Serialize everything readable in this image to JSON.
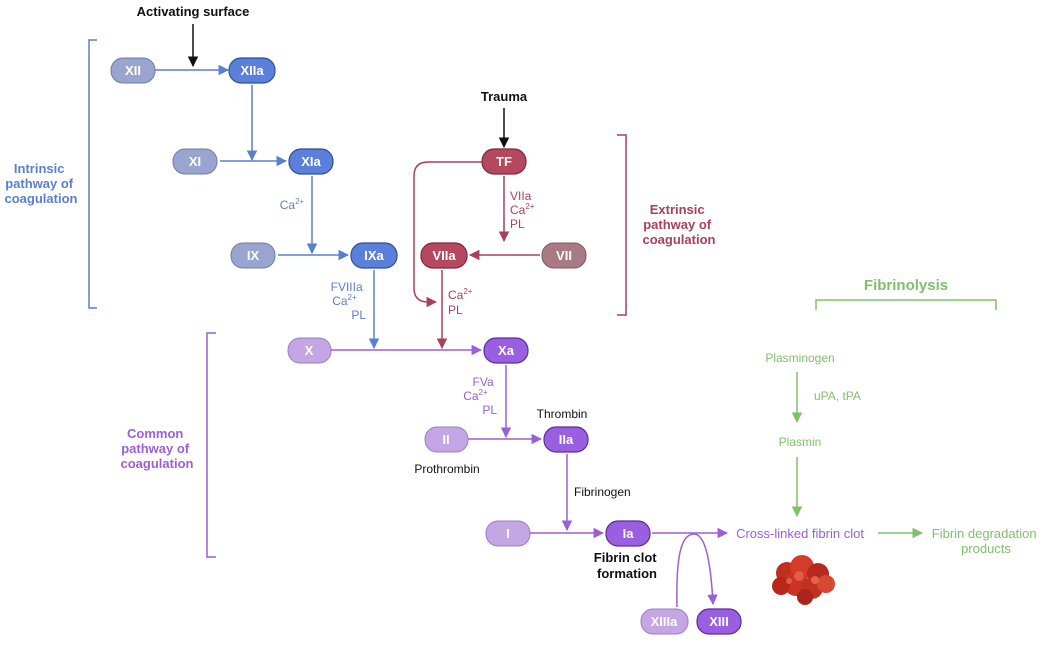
{
  "colors": {
    "intrinsic": "#5a7fd0",
    "extrinsic": "#a8405e",
    "common": "#9b5fd6",
    "fibrinolysis": "#7fc06a",
    "trigger": "#111111"
  },
  "nodes": {
    "XII": "XII",
    "XIIa": "XIIa",
    "XI": "XI",
    "XIa": "XIa",
    "IX": "IX",
    "IXa": "IXa",
    "TF": "TF",
    "VIIa": "VIIa",
    "VII": "VII",
    "X": "X",
    "Xa": "Xa",
    "II": "II",
    "IIa": "IIa",
    "I": "I",
    "Ia": "Ia",
    "XIIIa": "XIIIa",
    "XIII": "XIII"
  },
  "triggers": {
    "activating_surface": "Activating surface",
    "trauma": "Trauma"
  },
  "pathways": {
    "intrinsic": [
      "Intrinsic",
      "pathway of",
      "coagulation"
    ],
    "extrinsic": [
      "Extrinsic",
      "pathway of",
      "coagulation"
    ],
    "common": [
      "Common",
      "pathway of",
      "coagulation"
    ],
    "fibrinolysis": "Fibrinolysis"
  },
  "cofactors": {
    "xia_to_ixa": {
      "ion": "Ca",
      "sup": "2+"
    },
    "ixa_to_x": {
      "line1": "FVIIIa",
      "ion": "Ca",
      "sup": "2+",
      "line3": "PL"
    },
    "tf_to_viia": {
      "line1": "VIIa",
      "ion": "Ca",
      "sup": "2+",
      "line3": "PL"
    },
    "viia_to_xa": {
      "ion": "Ca",
      "sup": "2+",
      "line2": "PL"
    },
    "xa_to_iia": {
      "line1": "FVa",
      "ion": "Ca",
      "sup": "2+",
      "line3": "PL"
    }
  },
  "labels": {
    "thrombin": "Thrombin",
    "prothrombin": "Prothrombin",
    "fibrinogen": "Fibrinogen",
    "fibrin_clot_formation": [
      "Fibrin clot",
      "formation"
    ],
    "cross_linked_clot": "Cross-linked fibrin clot",
    "plasminogen": "Plasminogen",
    "activators": "uPA, tPA",
    "plasmin": "Plasmin",
    "degradation": [
      "Fibrin degradation",
      "products"
    ]
  }
}
